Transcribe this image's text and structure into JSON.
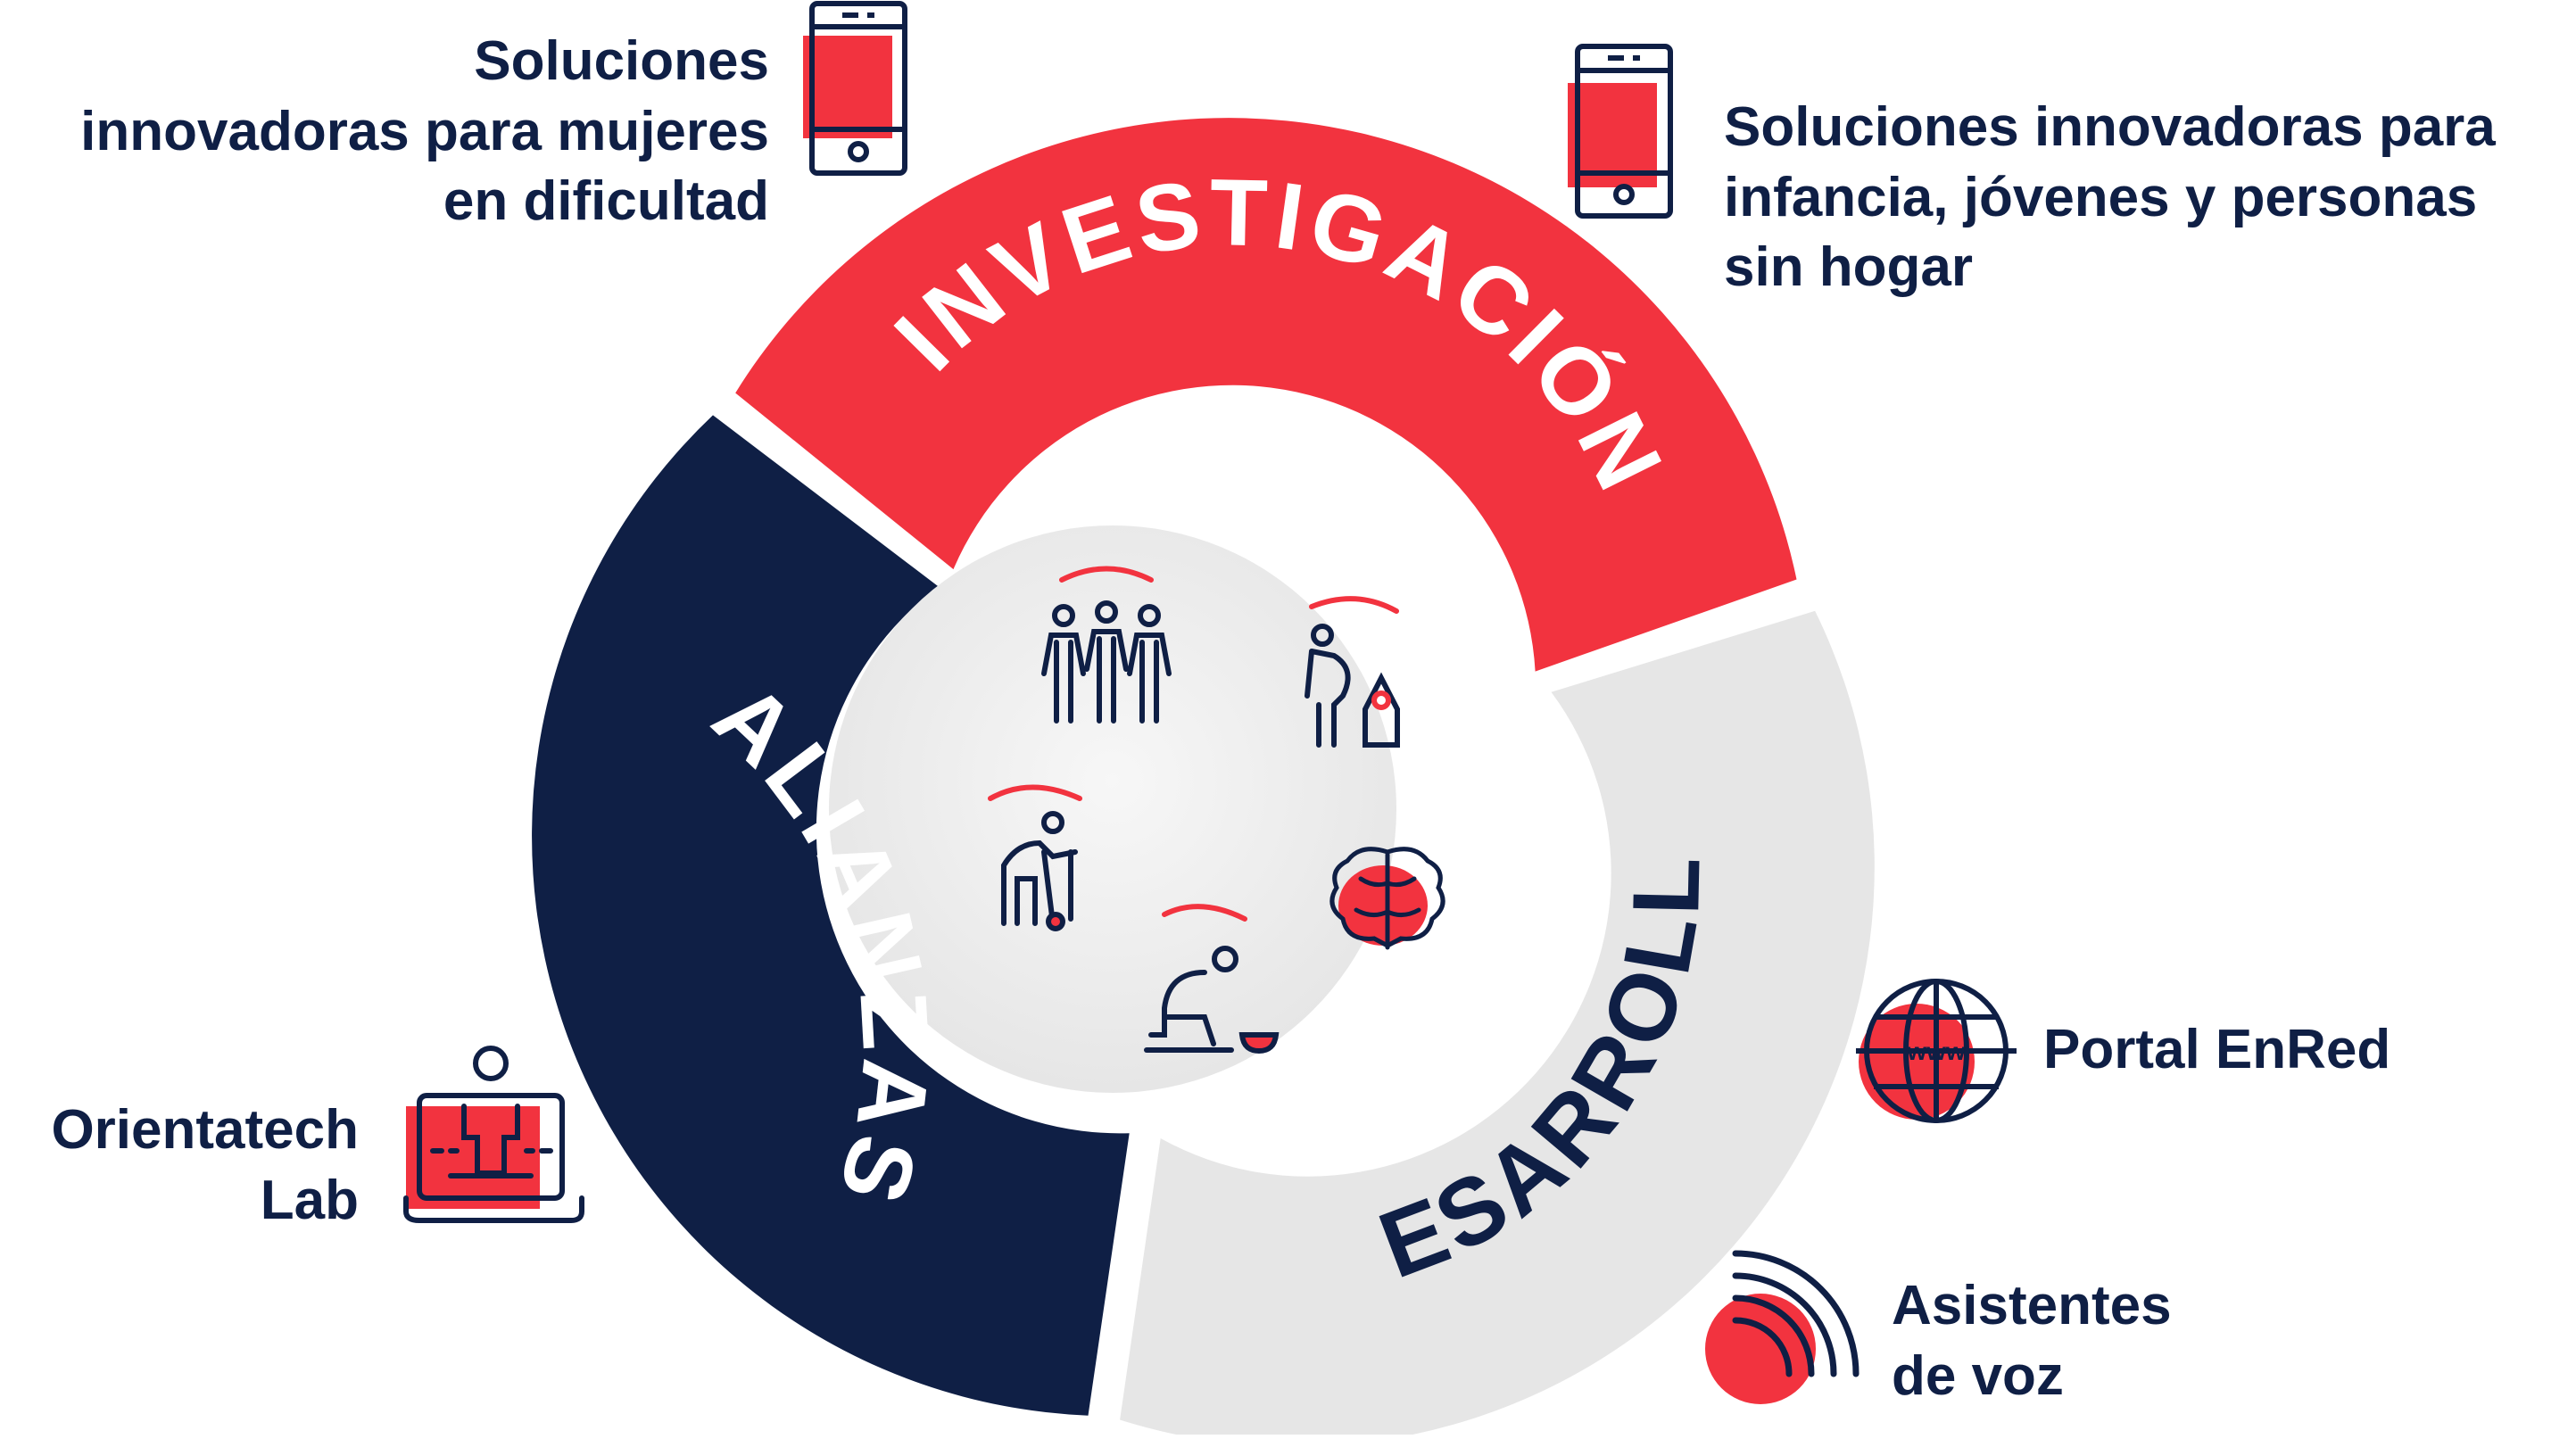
{
  "segments": {
    "investigacion": "INVESTIGACIÓN",
    "desarrollo": "DESARROLLO",
    "alianzas": "ALIANZAS"
  },
  "labels": {
    "mujeres": [
      "Soluciones",
      "innovadoras para mujeres",
      "en dificultad"
    ],
    "infancia": [
      "Soluciones innovadoras para",
      "infancia, jóvenes y personas",
      "sin hogar"
    ],
    "portal": [
      "Portal EnRed"
    ],
    "asistentes": [
      "Asistentes",
      "de voz"
    ],
    "orientatech": [
      "Orientatech",
      "Lab"
    ]
  },
  "icons": {
    "mujeres": "smartphone-icon",
    "infancia": "smartphone-icon",
    "portal": "globe-www-icon",
    "asistentes": "voice-waves-icon",
    "orientatech": "laptop-person-icon",
    "center": [
      "people-group-icon",
      "pregnant-woman-baby-icon",
      "elderly-walker-icon",
      "brain-icon",
      "kneeling-person-bowl-icon"
    ]
  },
  "colors": {
    "red": "#f2333f",
    "navy": "#0f1f45",
    "light_gray": "#e8e8e8",
    "center_fill": "#f1f1f1"
  }
}
